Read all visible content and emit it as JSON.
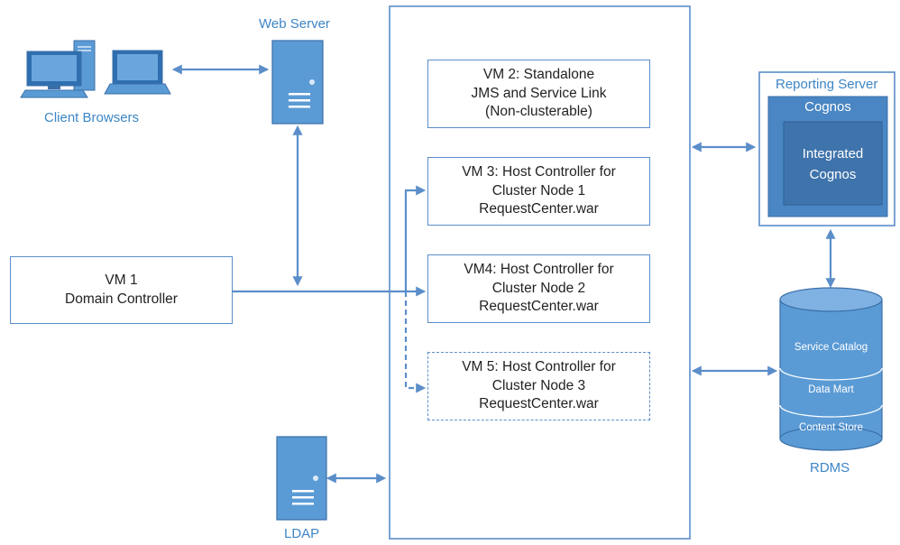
{
  "colors": {
    "accent": "#5b8ec9",
    "label": "#3d86c6",
    "server_fill": "#5b9bd5",
    "cognos_fill": "#4a86c4",
    "integrated_fill": "#3f73ab"
  },
  "labels": {
    "web_server": "Web Server",
    "client_browsers": "Client Browsers",
    "ldap": "LDAP",
    "rdms": "RDMS",
    "reporting_server": "Reporting Server",
    "cognos": "Cognos",
    "integrated_cognos": [
      "Integrated",
      "Cognos"
    ]
  },
  "vms": {
    "vm1": [
      "VM 1",
      "Domain Controller"
    ],
    "vm2": [
      "VM 2: Standalone",
      "JMS and Service Link",
      "(Non-clusterable)"
    ],
    "vm3": [
      "VM 3: Host Controller for",
      "Cluster Node 1",
      "RequestCenter.war"
    ],
    "vm4": [
      "VM4: Host Controller for",
      "Cluster Node 2",
      "RequestCenter.war"
    ],
    "vm5": [
      "VM 5: Host Controller for",
      "Cluster Node 3",
      "RequestCenter.war"
    ]
  },
  "database": {
    "sections": [
      "Service Catalog",
      "Data Mart",
      "Content Store"
    ]
  },
  "icons": {
    "client": "desktop-and-laptop-icon",
    "web_server": "server-tower-icon",
    "ldap": "server-tower-icon",
    "rdms": "database-cylinder-icon"
  }
}
